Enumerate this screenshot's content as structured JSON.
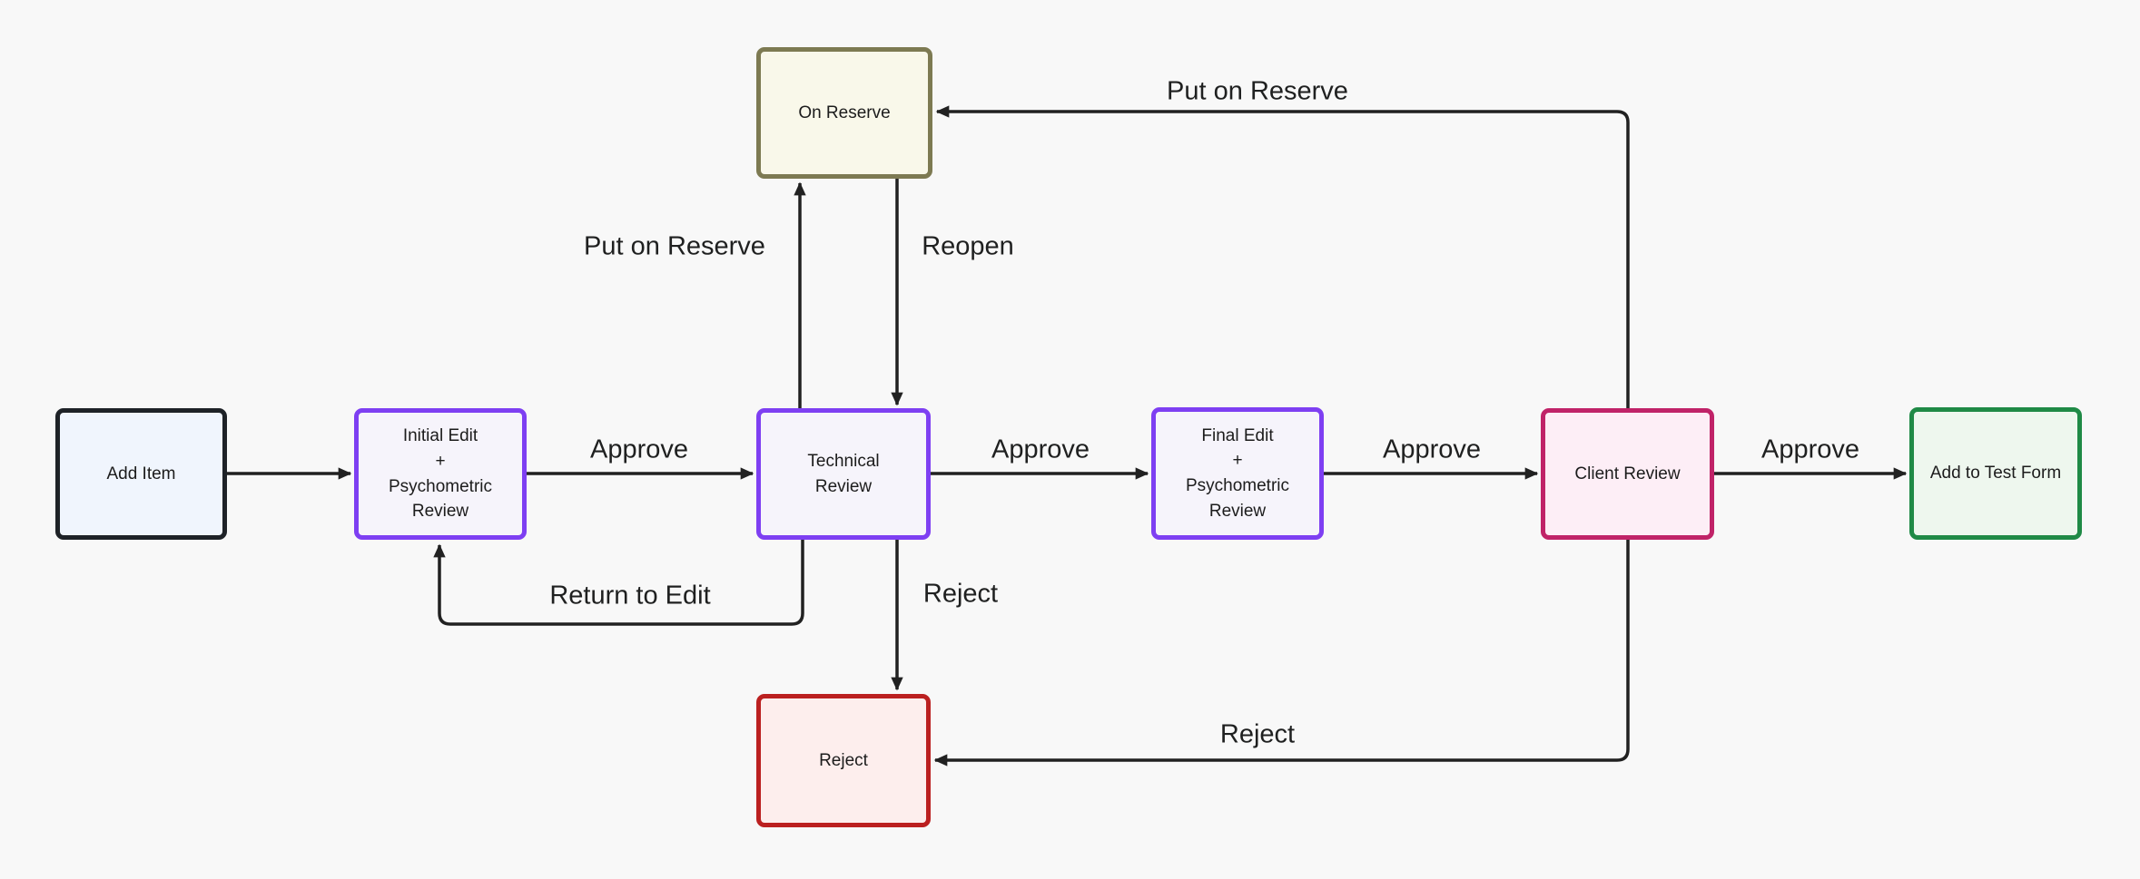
{
  "diagram": {
    "background": "#f8f8f8",
    "arrow_color": "#212121",
    "nodes": [
      {
        "id": "add-item",
        "label": "Add Item",
        "fill": "#f0f5fd",
        "border": "#1e2227"
      },
      {
        "id": "initial-edit",
        "label": "Initial Edit\n+\nPsychometric\nReview",
        "fill": "#f6f4fb",
        "border": "#7e3ff2"
      },
      {
        "id": "technical-review",
        "label": "Technical\nReview",
        "fill": "#f6f4fb",
        "border": "#7e3ff2"
      },
      {
        "id": "final-edit",
        "label": "Final Edit\n+\nPsychometric\nReview",
        "fill": "#f6f4fb",
        "border": "#7e3ff2"
      },
      {
        "id": "client-review",
        "label": "Client Review",
        "fill": "#fdeef6",
        "border": "#c02368"
      },
      {
        "id": "add-to-test-form",
        "label": "Add to Test Form",
        "fill": "#eef7ee",
        "border": "#1f8a46"
      },
      {
        "id": "on-reserve",
        "label": "On Reserve",
        "fill": "#f9f8ea",
        "border": "#7d7a52"
      },
      {
        "id": "reject",
        "label": "Reject",
        "fill": "#fdeeed",
        "border": "#bb2020"
      }
    ],
    "edges": [
      {
        "from": "add-item",
        "to": "initial-edit",
        "label": ""
      },
      {
        "from": "initial-edit",
        "to": "technical-review",
        "label": "Approve"
      },
      {
        "from": "technical-review",
        "to": "final-edit",
        "label": "Approve"
      },
      {
        "from": "final-edit",
        "to": "client-review",
        "label": "Approve"
      },
      {
        "from": "client-review",
        "to": "add-to-test-form",
        "label": "Approve"
      },
      {
        "from": "technical-review",
        "to": "on-reserve",
        "label": "Put on Reserve"
      },
      {
        "from": "on-reserve",
        "to": "technical-review",
        "label": "Reopen"
      },
      {
        "from": "client-review",
        "to": "on-reserve",
        "label": "Put on Reserve"
      },
      {
        "from": "technical-review",
        "to": "initial-edit",
        "label": "Return to Edit"
      },
      {
        "from": "technical-review",
        "to": "reject",
        "label": "Reject"
      },
      {
        "from": "client-review",
        "to": "reject",
        "label": "Reject"
      }
    ]
  }
}
